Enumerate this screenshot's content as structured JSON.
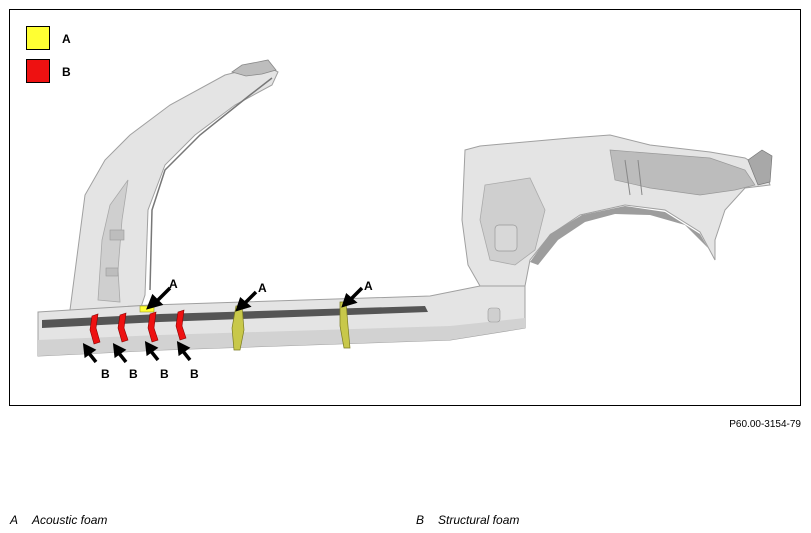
{
  "legend": [
    {
      "key": "A",
      "color": "#ffff33"
    },
    {
      "key": "B",
      "color": "#ee1111"
    }
  ],
  "callouts": {
    "acoustic_1": "A",
    "acoustic_2": "A",
    "acoustic_3": "A",
    "structural_1": "B",
    "structural_2": "B",
    "structural_3": "B",
    "structural_4": "B"
  },
  "reference_code": "P60.00-3154-79",
  "captions": [
    {
      "key": "A",
      "text": "Acoustic foam"
    },
    {
      "key": "B",
      "text": "Structural foam"
    }
  ],
  "colors": {
    "panel_fill": "#e4e4e4",
    "panel_shade": "#c8c8c8",
    "sill_strip": "#555555",
    "acoustic_foam": "#ffff33",
    "acoustic_foam_dark": "#9a9a2a",
    "structural_foam": "#ee1111",
    "arrow": "#000000"
  }
}
